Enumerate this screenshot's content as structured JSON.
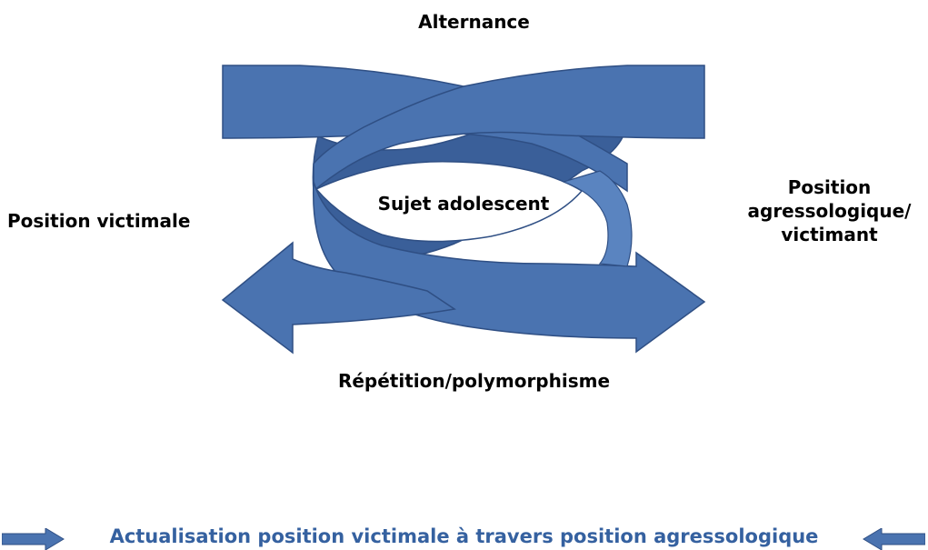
{
  "diagram": {
    "top_label": "Alternance",
    "left_label": "Position victimale",
    "right_label_lines": [
      "Position",
      "agressologique/",
      "victimant"
    ],
    "center_label": "Sujet adolescent",
    "bottom_label": "Répétition/polymorphisme"
  },
  "footer": {
    "text": "Actualisation position victimale à travers position agressologique",
    "text_color": "#3561a0",
    "left_arrow_icon": "right-arrow-icon",
    "right_arrow_icon": "left-arrow-icon"
  },
  "colors": {
    "shape_fill": "#4a73b0",
    "shape_dark": "#3a5f99",
    "shape_outline": "#2f4f84"
  }
}
